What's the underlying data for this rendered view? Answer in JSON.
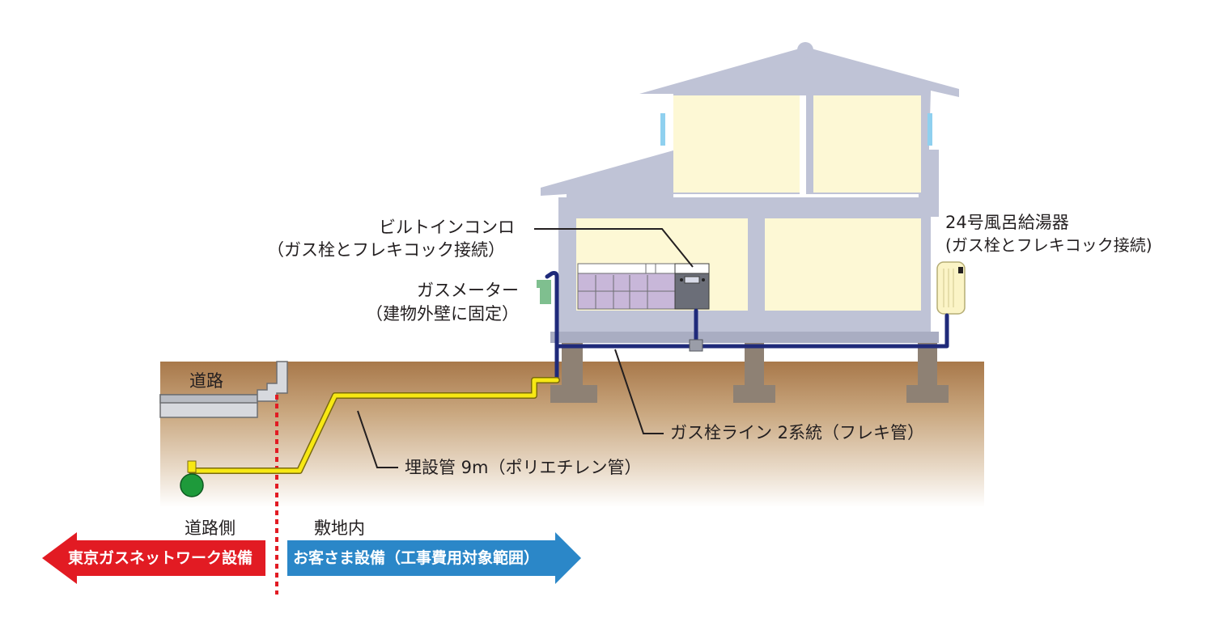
{
  "labels": {
    "builtin_stove_line1": "ビルトインコンロ",
    "builtin_stove_line2": "（ガス栓とフレキコック接続）",
    "gas_meter_line1": "ガスメーター",
    "gas_meter_line2": "（建物外壁に固定）",
    "water_heater_line1": "24号風呂給湯器",
    "water_heater_line2": "(ガス栓とフレキコック接続)",
    "gas_tap_line": "ガス栓ライン 2系統（フレキ管）",
    "buried_pipe": "埋設管 9m（ポリエチレン管）",
    "road": "道路",
    "road_side": "道路側",
    "premises": "敷地内",
    "tokyo_gas_network": "東京ガスネットワーク設備",
    "customer_equipment": "お客さま設備（工事費用対象範囲）"
  },
  "colors": {
    "ground": "#b7936a",
    "house": "#bfc3d6",
    "room": "#fdf8d5",
    "gas_pipe_yellow": "#f7e813",
    "flex_pipe_navy": "#1f2a7a",
    "boundary_red": "#e21b23",
    "arrow_red": "#e21b23",
    "arrow_blue": "#2b87c8"
  }
}
